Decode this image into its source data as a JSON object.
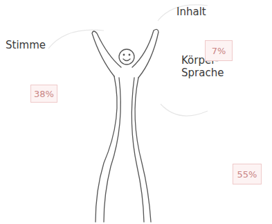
{
  "diagram": {
    "nodes": [
      {
        "text": [
          "38%"
        ]
      },
      {
        "text": [
          "7%"
        ]
      },
      {
        "text": [
          "55%"
        ]
      }
    ],
    "labels": [
      "Stimme",
      "Inhalt",
      "Körper- Sprache"
    ]
  }
}
